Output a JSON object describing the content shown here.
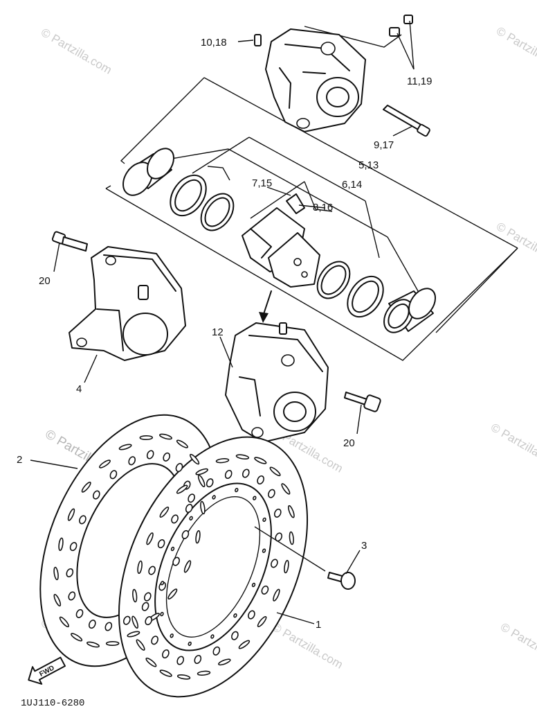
{
  "labels": {
    "p10_18": "10,18",
    "p11_19": "11,19",
    "p9_17": "9,17",
    "p5_13": "5,13",
    "p6_14": "6,14",
    "p7_15": "7,15",
    "p8_16": "8,16",
    "p20a": "20",
    "p4": "4",
    "p12": "12",
    "p20b": "20",
    "p2": "2",
    "p3": "3",
    "p1": "1"
  },
  "watermark": {
    "text": "© Partzilla.com",
    "strong_text": "© Partzilla.com"
  },
  "fwd_arrow": "FWD",
  "diagram_code": "1UJ110-6280"
}
